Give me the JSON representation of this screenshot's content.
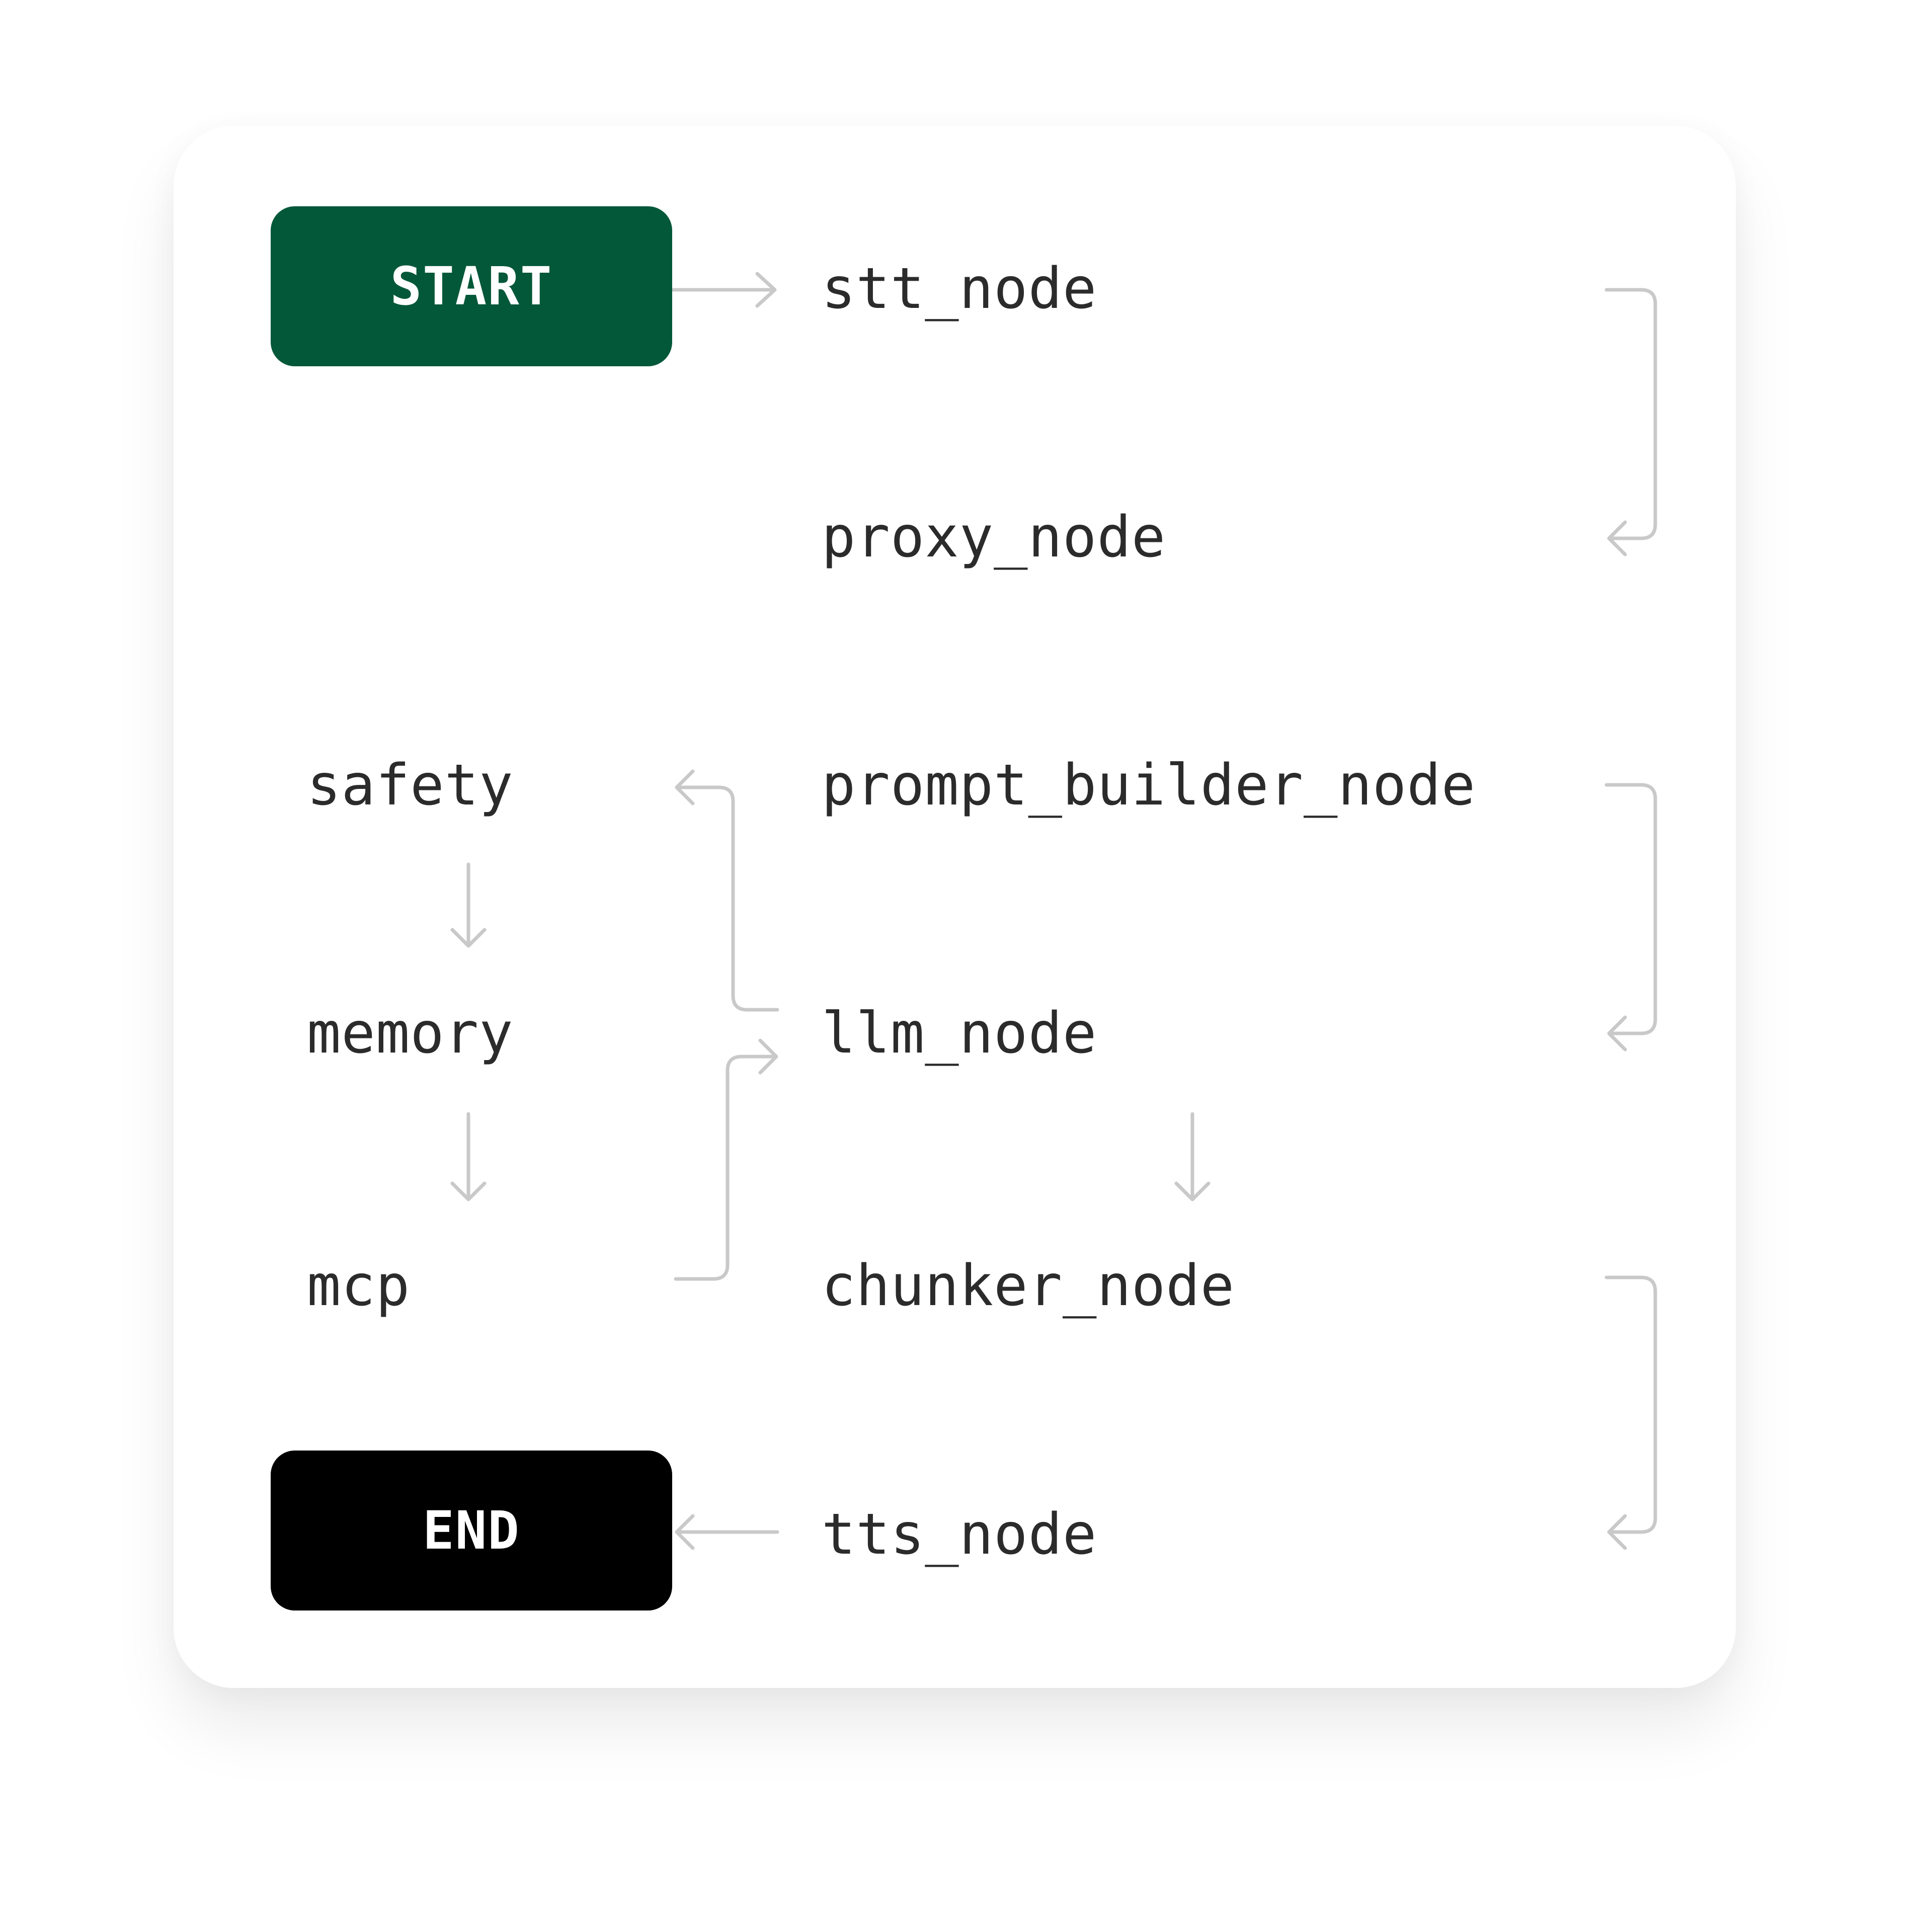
{
  "diagram": {
    "start_label": "START",
    "end_label": "END",
    "nodes": {
      "stt": "stt_node",
      "proxy": "proxy_node",
      "prompt_builder": "prompt_builder_node",
      "llm": "llm_node",
      "chunker": "chunker_node",
      "tts": "tts_node",
      "safety": "safety",
      "memory": "memory",
      "mcp": "mcp"
    },
    "colors": {
      "start_fill": "#04583a",
      "end_fill": "#000000",
      "edge": "#c9c9c9",
      "text": "#2b2b2b"
    }
  }
}
